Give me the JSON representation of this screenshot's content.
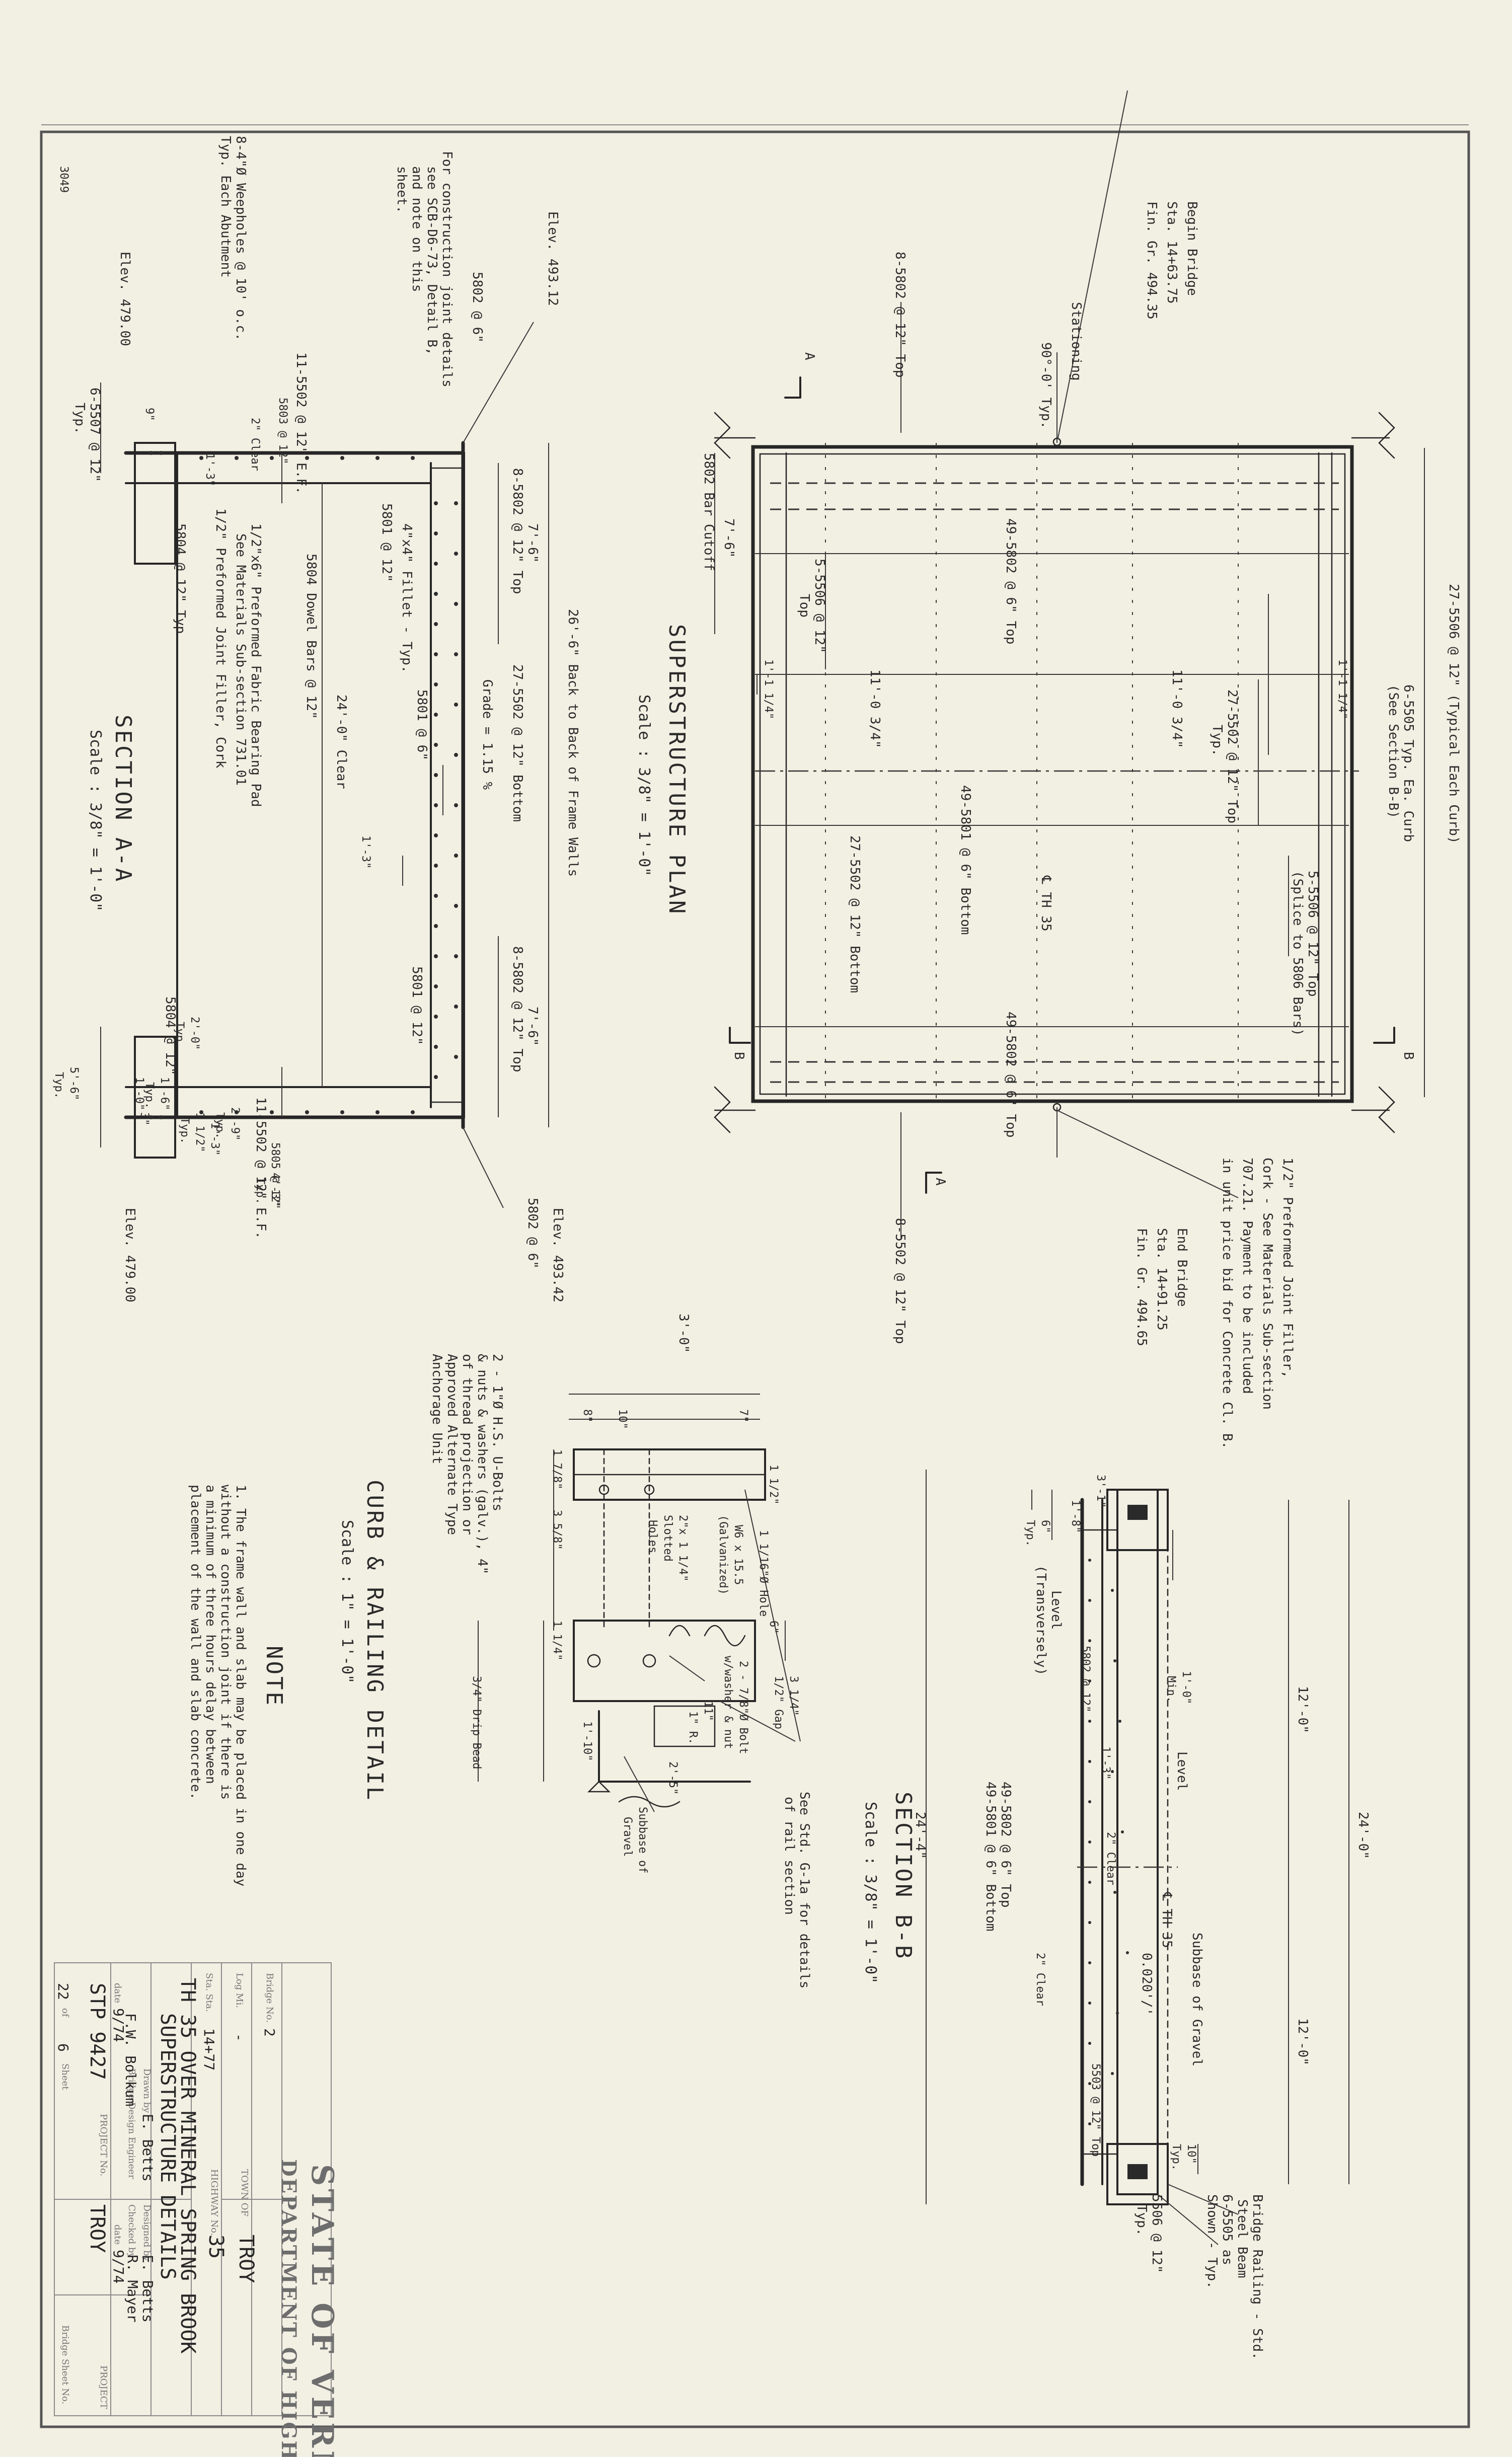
{
  "sheet_mark": "3049",
  "plan": {
    "title": "SUPERSTRUCTURE  PLAN",
    "scale": "Scale : 3/8\" = 1'-0\"",
    "begin_bridge": "Begin Bridge",
    "begin_sta": "Sta. 14+63.75",
    "begin_fin_gr": "Fin. Gr. 494.35",
    "stationing": "Stationing",
    "skew": "90°-0' Typ.",
    "section_mark_a": "A",
    "section_mark_b": "B",
    "left_top_bars": "8-5802 @ 12\" Top",
    "right_top_bars": "8-5502 @ 12\" Top",
    "bar_cutoff": "5802 Bar Cutoff",
    "cutoff_dim": "7'-6\"",
    "curb_bars": "27-5506 @ 12\" (Typical Each Curb)",
    "curb_typ": "6-5505 Typ. Ea. Curb",
    "curb_see": "(See Section B-B)",
    "top_bars_1": "49-5802 @ 6\" Top",
    "top_bars_2": "49-5802 @ 6\" Top",
    "bottom_bars": "49-5801 @ 6\" Bottom",
    "mid_top_bars": "27-5502 @ 12\" Top",
    "mid_top_typ": "Typ.",
    "mid_bottom_bars": "27-5502 @ 12\" Bottom",
    "splice_bars": "5-5506 @ 12\" Top",
    "splice_note": "(Splice to 5806 Bars)",
    "left_bars": "5-5506 @ 12\"",
    "left_bars_top": "Top",
    "edge_dim": "1'-1 1/4\"",
    "half_dim_1": "11'-0 3/4\"",
    "half_dim_2": "11'-0 3/4\"",
    "centerline": "℄ TH 35",
    "end_bridge": "End Bridge",
    "end_sta": "Sta. 14+91.25",
    "end_fin_gr": "Fin. Gr. 494.65",
    "joint_filler_1": "1/2\" Preformed Joint Filler,",
    "joint_filler_2": "Cork - See Materials Sub-section",
    "joint_filler_3": "707.21. Payment to be included",
    "joint_filler_4": "in unit price bid for Concrete Cl. B."
  },
  "section_aa": {
    "title": "SECTION  A-A",
    "scale": "Scale : 3/8\" = 1'-0\"",
    "elev_top_left": "Elev. 493.12",
    "elev_top_right": "Elev. 493.42",
    "elev_bot_left": "Elev. 479.00",
    "elev_bot_right": "Elev. 479.00",
    "bar_top_left": "5802 @ 6\"",
    "bar_top_right": "5802 @ 6\"",
    "back_to_back": "26'-6\" Back to Back of Frame Walls",
    "clear_span": "24'-0\" Clear",
    "grade": "Grade = 1.15 %",
    "bottom_bars": "27-5502 @ 12\" Bottom",
    "top_bars_left": "8-5802 @ 12\" Top",
    "top_bars_right": "8-5802 @ 12\" Top",
    "wall_dim_left": "7'-6\"",
    "wall_dim_right": "7'-6\"",
    "wall_bars_left": "5801 @ 12\"",
    "wall_bars_left_2": "5801 @ 6\"",
    "wall_bars_right": "5801 @ 12\"",
    "fillet": "4\"x4\" Fillet - Typ.",
    "dowel": "5804 Dowel Bars @ 12\"",
    "pad_1": "1/2\"x6\" Preformed Fabric Bearing Pad",
    "pad_2": "See Materials Sub-section 731.01",
    "cork": "1/2\" Preformed Joint Filler, Cork",
    "ftg_bars_left": "5804 @ 12\" Typ.",
    "ftg_bars_right": "5804 @ 12\"",
    "ef_left": "11-5502 @ 12\" E.F.",
    "ef_right": "11-5502 @ 12\" E.F.",
    "ftg_left": "6-5507 @ 12\"",
    "ftg_left_typ": "Typ.",
    "s5803": "5803 @ 12\"",
    "s5805": "5805 @ 12\"",
    "clear2": "2\" Clear",
    "dim_1_3": "1'-3\"",
    "dim_1_3b": "1'-3\"",
    "dim_1_3c": "1'-3\"",
    "dim_9": "9\"",
    "dim_4_3": "4'-3\"",
    "dim_4_3_typ": "Typ.",
    "dim_2_0": "2'-0\"",
    "dim_2_0_typ": "Typ.",
    "dim_1_6": "1'-6\"",
    "dim_1_6_typ": "Typ.",
    "dim_2_9": "2'-9\"",
    "dim_2_9_typ": "Typ.",
    "dim_1_2": "1 1/2\"",
    "dim_1_2_typ": "Typ.",
    "dim_5_6": "5'-6\"",
    "dim_5_6_typ": "Typ.",
    "dim_1_0": "1'-0\"",
    "dim_3": "3\"",
    "weepholes_1": "8-4\"Ø Weepholes @ 10' o.c.",
    "weepholes_2": "Typ. Each Abutment",
    "constr_1": "For construction joint details",
    "constr_2": "see SCB-D6-73, Detail B,",
    "constr_3": "and note on this",
    "constr_4": "sheet."
  },
  "curb_detail": {
    "title": "CURB & RAILING  DETAIL",
    "scale": "Scale : 1\" = 1'-0\"",
    "width": "3'-0\"",
    "dim_8": "8\"",
    "dim_10": "10\"",
    "dim_7": "7\"",
    "dim_1_7": "1 7/8\"",
    "dim_3_5": "3 5/8\"",
    "dim_1_5": "1 1/2\"",
    "ubolts_1": "2 - 1\"Ø H.S. U-Bolts",
    "ubolts_2": "& nuts & washers (galv.), 4\"",
    "ubolts_3": "of thread projection or",
    "ubolts_4": "Approved Alternate Type",
    "ubolts_5": "Anchorage Unit",
    "slotted_1": "2\"x 1 1/4\"",
    "slotted_2": "Slotted",
    "slotted_3": "Holes",
    "beam_1": "W6 x 15.5",
    "beam_2": "(Galvanized)",
    "hole": "1 1/16\"Ø Hole",
    "bolt_1": "2 - 7/8\"Ø Bolt",
    "bolt_2": "w/washer & nut",
    "std": "See Std. G-1a for details",
    "std_2": "of rail section",
    "dim_6": "6\"",
    "dim_1_4": "1 1/4\"",
    "gap": "3 1/4\"",
    "gap_2": "1/2\" Gap",
    "dim_1_10": "1'-10\"",
    "dim_2_5": "2'-5\"",
    "dim_11": "11\"",
    "dim_1r": "1\" R.",
    "drip": "3/4\" Drip Bead",
    "subbase_1": "Subbase of",
    "subbase_2": "Gravel"
  },
  "note": {
    "title": "NOTE",
    "lines": [
      "1. The frame wall and slab may be placed in one day",
      "   without a construction joint if there is",
      "   a minimum of three hours delay between",
      "   placement of the wall and slab concrete."
    ]
  },
  "section_bb": {
    "title": "SECTION  B-B",
    "scale": "Scale : 3/8\" = 1'-0\"",
    "overall": "24'-4\"",
    "roadway": "24'-0\"",
    "half_1": "12'-0\"",
    "half_2": "12'-0\"",
    "curb_w": "3'-1\"",
    "dim_1_8": "1'-8\"",
    "dim_6_typ": "6\"",
    "dim_6_typ2": "Typ.",
    "dim_1_0": "1'-0\"",
    "dim_min": "Min.",
    "level_1": "Level",
    "level_2": "(Transversely)",
    "level_r": "Level",
    "s5802": "5802 @ 12\"",
    "top_bars": "49-5802 @ 6\" Top",
    "bot_bars": "49-5801 @ 6\" Bottom",
    "clear_1": "2\" Clear",
    "clear_2": "2\" Clear",
    "dim_1_3": "1'-3\"",
    "centerline": "℄ TH 35",
    "subbase": "Subbase of Gravel",
    "slope": "0.020'/'",
    "s5503": "5503 @ 12\" Top",
    "dim_10": "10\"",
    "dim_10_typ": "Typ.",
    "s5505_1": "6-5505 as",
    "s5505_2": "Shown - Typ.",
    "s5506_1": "5506 @ 12\"",
    "s5506_2": "Typ.",
    "railing_1": "Bridge Railing - Std.",
    "railing_2": "Steel Beam"
  },
  "title_block": {
    "state": "STATE OF VERMONT",
    "dept": "DEPARTMENT OF HIGHWAYS",
    "town_label": "TOWN OF",
    "town": "TROY",
    "hwy_label": "HIGHWAY No.",
    "hwy": "35",
    "bridge_label": "Bridge No.",
    "bridge": "2",
    "log_label": "Log Mi.",
    "log": "-",
    "stat_label": "Sta. Sta.",
    "stat": "14+77",
    "desc_1": "TH 35 OVER MINERAL SPRING BROOK",
    "desc_2": "SUPERSTRUCTURE  DETAILS",
    "designed_label": "Designed by",
    "designed": "E. Betts",
    "drawn_label": "Drawn by",
    "drawn": "E. Betts",
    "checked_label": "Checked by",
    "checked": "R. Mayer",
    "engineer_label": "Bridge Design Engineer",
    "engineer": "F.W. Bolkum",
    "date_label": "date",
    "date_1": "9/74",
    "date_2": "9/74",
    "project_label": "PROJECT",
    "project": "TROY",
    "project_no_label": "PROJECT No.",
    "project_no": "STP 9427",
    "sheet_label": "Bridge Sheet No.",
    "sheet_no_label": "Sheet",
    "sheet": "6",
    "of_label": "of",
    "of": "22"
  }
}
